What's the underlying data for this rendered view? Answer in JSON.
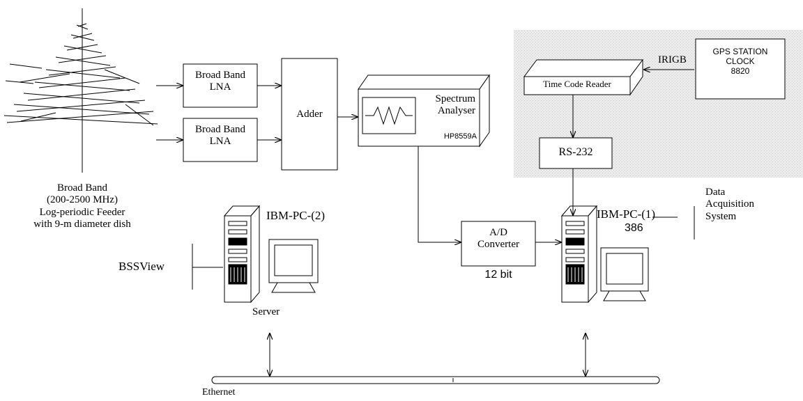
{
  "antenna": {
    "lines": [
      "Broad Band",
      "(200-2500 MHz)",
      "Log-periodic Feeder",
      "with 9-m diameter dish"
    ]
  },
  "lna1": {
    "line1": "Broad Band",
    "line2": "LNA"
  },
  "lna2": {
    "line1": "Broad Band",
    "line2": "LNA"
  },
  "adder": {
    "label": "Adder"
  },
  "spectrum": {
    "line1": "Spectrum",
    "line2": "Analyser",
    "model": "HP8559A"
  },
  "timecode": {
    "label": "Time Code Reader"
  },
  "irigb": {
    "label": "IRIGB"
  },
  "gps": {
    "line1": "GPS STATION",
    "line2": "CLOCK",
    "line3": "8820"
  },
  "rs232": {
    "label": "RS-232"
  },
  "adc": {
    "line1": "A/D",
    "line2": "Converter",
    "bits": "12 bit"
  },
  "pc1": {
    "name": "IBM-PC-(1)",
    "model": "386"
  },
  "pc2": {
    "name": "IBM-PC-(2)",
    "role": "Server"
  },
  "daq": {
    "lines": [
      "Data",
      "Acquisition",
      "System"
    ]
  },
  "bssview": {
    "label": "BSSView"
  },
  "network": {
    "label": "Ethernet"
  },
  "colors": {
    "timing_region": "#e6e6e6",
    "line": "#000000",
    "box_fill": "#ffffff"
  }
}
